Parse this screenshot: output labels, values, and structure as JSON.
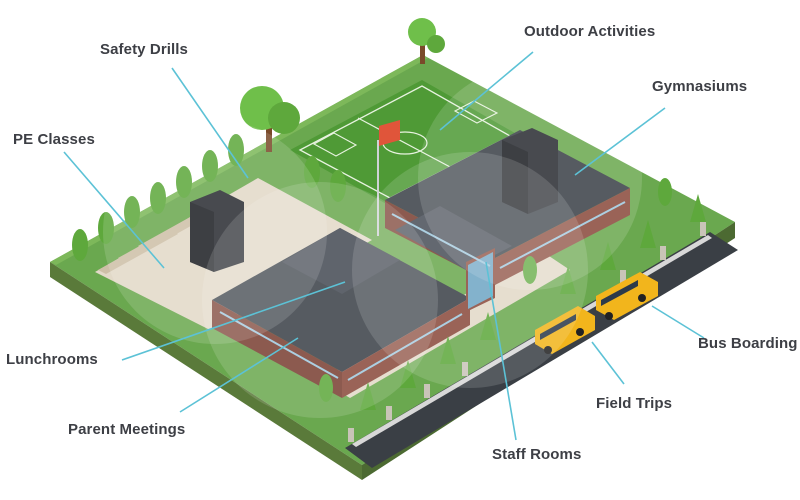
{
  "labels": {
    "safety_drills": "Safety Drills",
    "outdoor_activities": "Outdoor Activities",
    "pe_classes": "PE Classes",
    "gymnasiums": "Gymnasiums",
    "lunchrooms": "Lunchrooms",
    "bus_boarding": "Bus Boarding",
    "parent_meetings": "Parent Meetings",
    "field_trips": "Field Trips",
    "staff_rooms": "Staff Rooms"
  },
  "colors": {
    "callout_line": "#5cc2d6",
    "label_text": "#3d3f45",
    "grass": "#6aa84f",
    "roof": "#3b4048",
    "brick": "#8a4a3c",
    "bus": "#f2b51c",
    "road": "#3a3f45",
    "field": "#4f9a36",
    "flag": "#e0553a",
    "speaker": "#2a2d33"
  }
}
